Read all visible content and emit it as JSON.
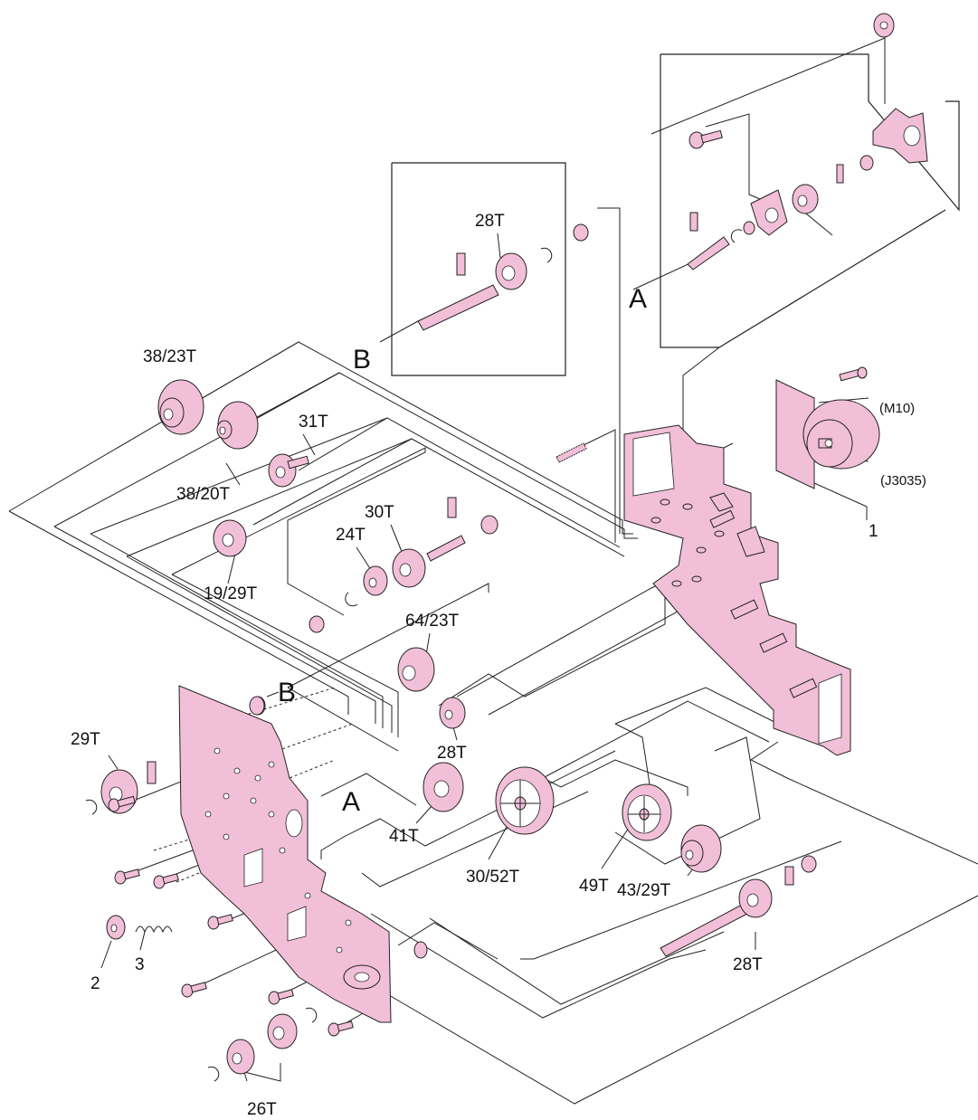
{
  "colors": {
    "part_fill": "#f2bfd8",
    "line": "#222222",
    "background": "#ffffff"
  },
  "callouts": {
    "A_top": "A",
    "B_top": "B",
    "B_plate": "B",
    "A_plate": "A",
    "gear_28T_inset": "28T",
    "gear_38_23T": "38/23T",
    "gear_38_20T": "38/20T",
    "gear_31T": "31T",
    "gear_19_29T": "19/29T",
    "gear_24T": "24T",
    "gear_30T": "30T",
    "gear_64_23T": "64/23T",
    "gear_28T_mid": "28T",
    "gear_29T": "29T",
    "gear_41T": "41T",
    "gear_30_52T": "30/52T",
    "gear_49T": "49T",
    "gear_43_29T": "43/29T",
    "gear_28T_low": "28T",
    "gear_26T": "26T",
    "motor_ref": "(M10)",
    "connector_ref": "(J3035)",
    "item_1": "1",
    "item_2": "2",
    "item_3": "3"
  },
  "icons": [
    "gear-icon",
    "motor-icon",
    "screw-icon",
    "shaft-icon",
    "spring-icon",
    "e-ring-icon",
    "bushing-icon",
    "pin-icon",
    "bracket-icon",
    "side-plate-icon",
    "frame-icon"
  ]
}
